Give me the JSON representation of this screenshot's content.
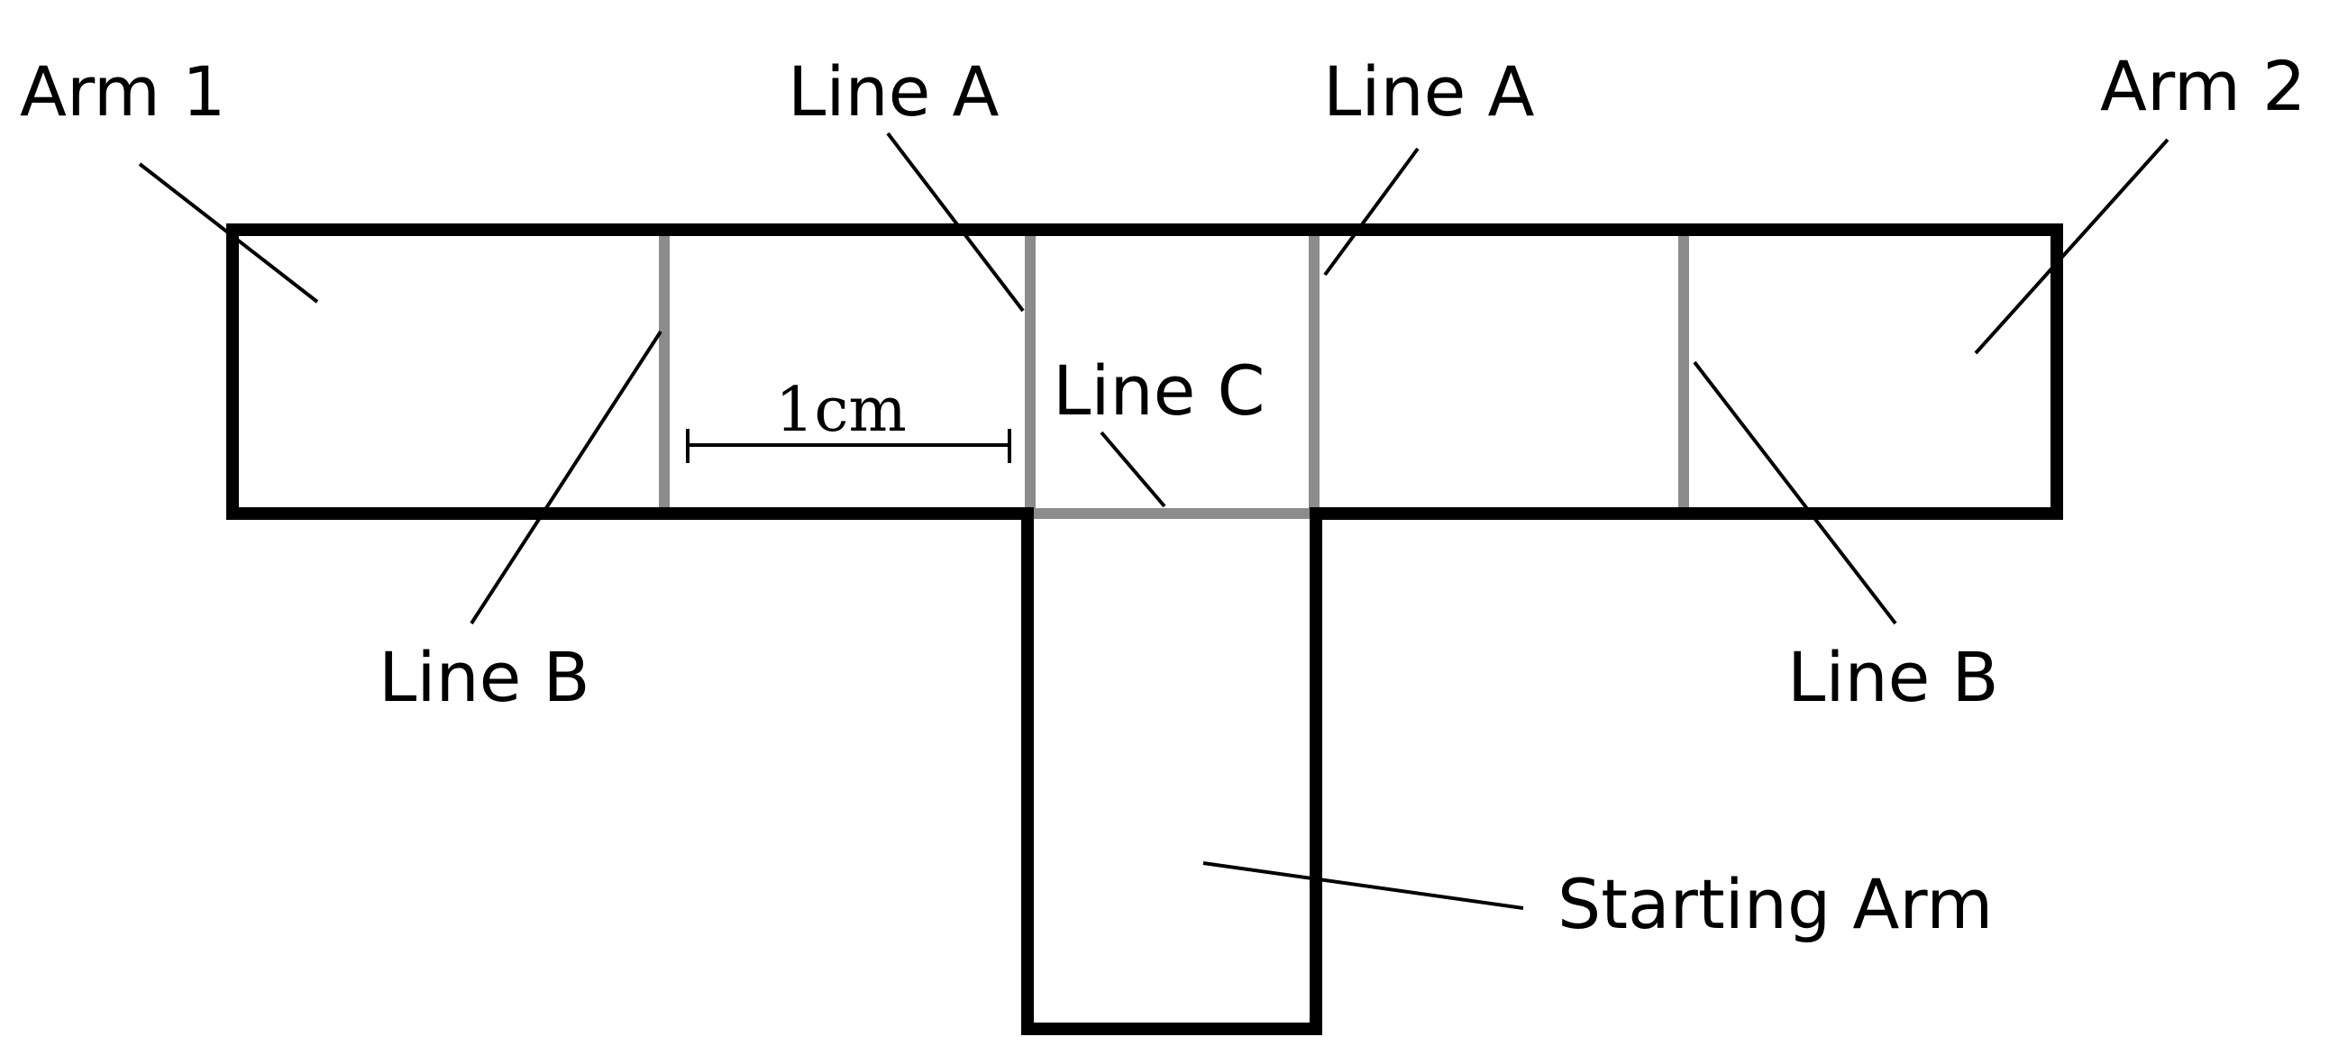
{
  "labels": {
    "arm1": "Arm 1",
    "arm2": "Arm 2",
    "line_a_left": "Line A",
    "line_a_right": "Line A",
    "line_b_left": "Line B",
    "line_b_right": "Line B",
    "line_c": "Line C",
    "starting_arm": "Starting Arm",
    "scale": "1cm"
  },
  "colors": {
    "outline": "#000000",
    "divider": "#8c8c8c",
    "background": "#ffffff"
  }
}
